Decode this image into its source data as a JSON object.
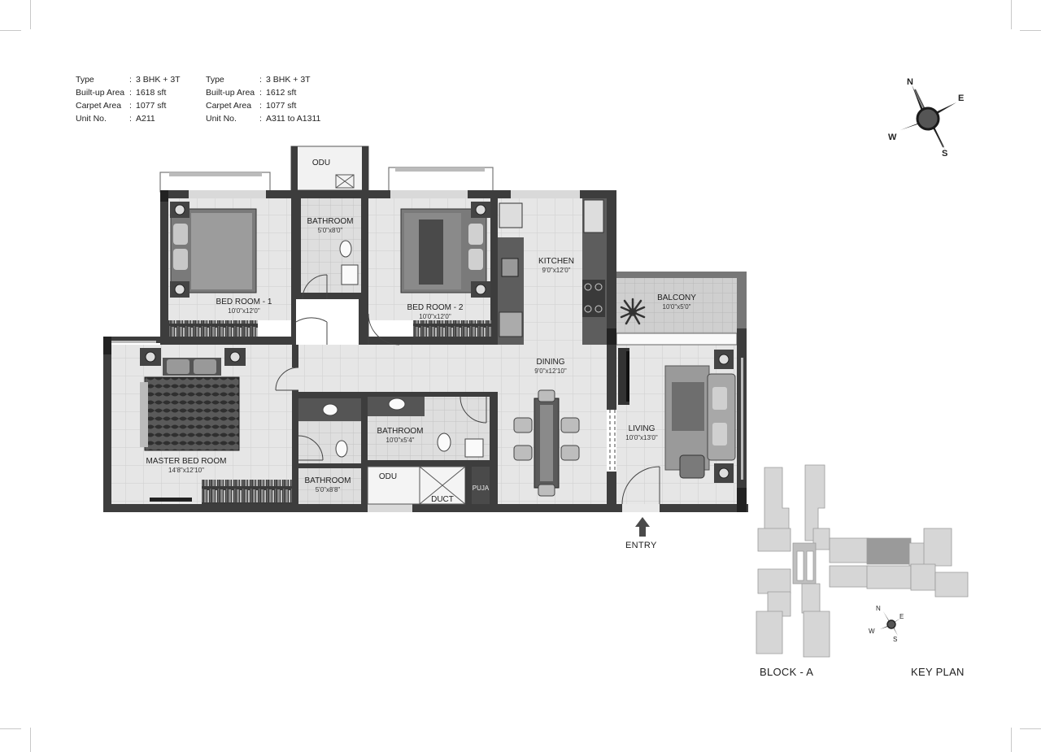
{
  "unit_specs": [
    {
      "rows": [
        {
          "key": "Type",
          "value": "3 BHK + 3T"
        },
        {
          "key": "Built-up Area",
          "value": "1618 sft"
        },
        {
          "key": "Carpet Area",
          "value": "1077 sft"
        },
        {
          "key": "Unit No.",
          "value": "A211"
        }
      ]
    },
    {
      "rows": [
        {
          "key": "Type",
          "value": "3 BHK + 3T"
        },
        {
          "key": "Built-up Area",
          "value": "1612 sft"
        },
        {
          "key": "Carpet Area",
          "value": "1077 sft"
        },
        {
          "key": "Unit No.",
          "value": "A311 to A1311"
        }
      ]
    }
  ],
  "compass": {
    "n": "N",
    "e": "E",
    "s": "S",
    "w": "W"
  },
  "mini_compass": {
    "n": "N",
    "e": "E",
    "s": "S",
    "w": "W"
  },
  "rooms": {
    "odu_top": {
      "name": "ODU"
    },
    "bathroom_top": {
      "name": "BATHROOM",
      "dims": "5'0\"x8'0\""
    },
    "bedroom1": {
      "name": "BED ROOM - 1",
      "dims": "10'0\"x12'0\""
    },
    "bedroom2": {
      "name": "BED ROOM - 2",
      "dims": "10'0\"x12'0\""
    },
    "kitchen": {
      "name": "KITCHEN",
      "dims": "9'0\"x12'0\""
    },
    "balcony": {
      "name": "BALCONY",
      "dims": "10'0\"x5'0\""
    },
    "dining": {
      "name": "DINING",
      "dims": "9'0\"x12'10\""
    },
    "living": {
      "name": "LIVING",
      "dims": "10'0\"x13'0\""
    },
    "master": {
      "name": "MASTER BED ROOM",
      "dims": "14'8\"x12'10\""
    },
    "bathroom_mid": {
      "name": "BATHROOM",
      "dims": "10'0\"x5'4\""
    },
    "bathroom_low": {
      "name": "BATHROOM",
      "dims": "5'0\"x8'8\""
    },
    "odu_low": {
      "name": "ODU"
    },
    "duct": {
      "name": "DUCT"
    },
    "puja": {
      "name": "PUJA"
    }
  },
  "entry_label": "ENTRY",
  "block_label": "BLOCK - A",
  "keyplan_label": "KEY PLAN",
  "colors": {
    "wall": "#3d3d3d",
    "floor": "#e4e4e4",
    "balcony_floor": "#cfcfcf",
    "highlight_unit": "#9a9a9a"
  }
}
